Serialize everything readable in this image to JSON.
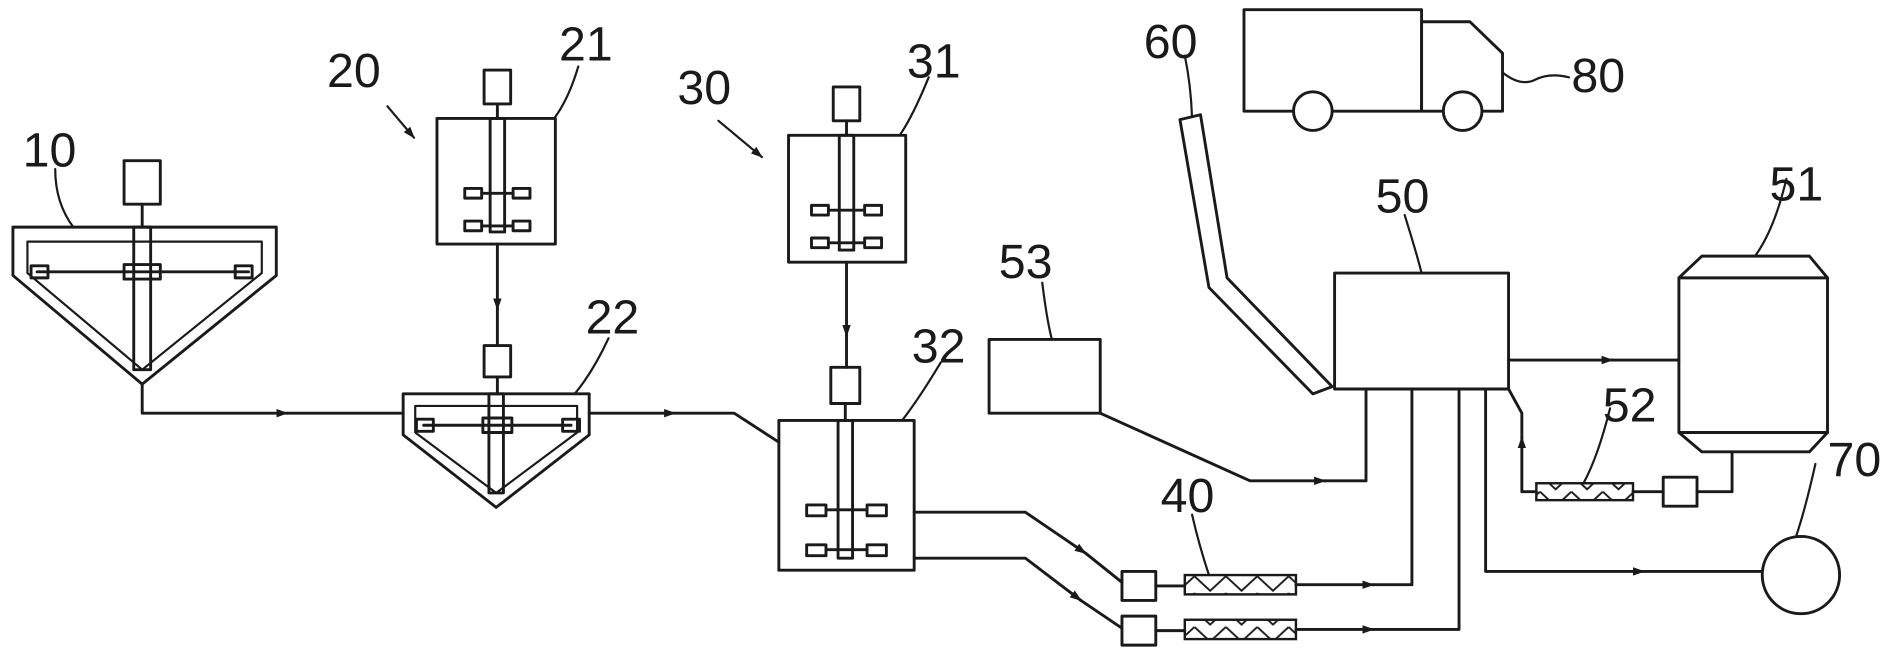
{
  "labels": {
    "l10": "10",
    "l20": "20",
    "l21": "21",
    "l22": "22",
    "l30": "30",
    "l31": "31",
    "l32": "32",
    "l40": "40",
    "l50": "50",
    "l51": "51",
    "l52": "52",
    "l53": "53",
    "l60": "60",
    "l70": "70",
    "l80": "80"
  },
  "colors": {
    "line": "#1a1a1a",
    "background": "#ffffff"
  }
}
